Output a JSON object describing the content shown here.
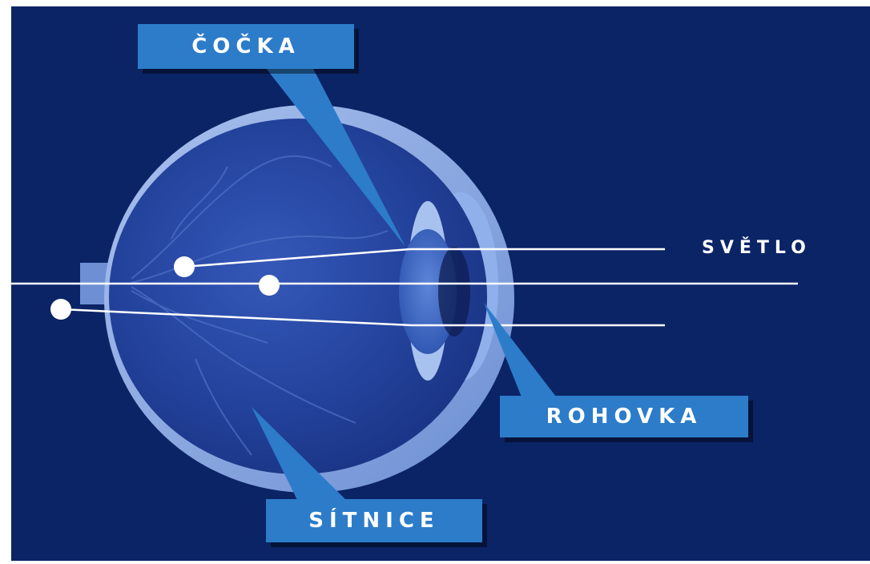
{
  "labels": {
    "cocka": "ČOČKA",
    "rohovka": "ROHOVKA",
    "sitnice": "SÍTNICE",
    "svetlo": "SVĚTLO"
  },
  "colors": {
    "background": "#0b2466",
    "label_box": "#2c7cc9",
    "eye_outer": "#8aa8df",
    "eye_inner": "#2a4aa8",
    "light_ray": "#ffffff"
  }
}
